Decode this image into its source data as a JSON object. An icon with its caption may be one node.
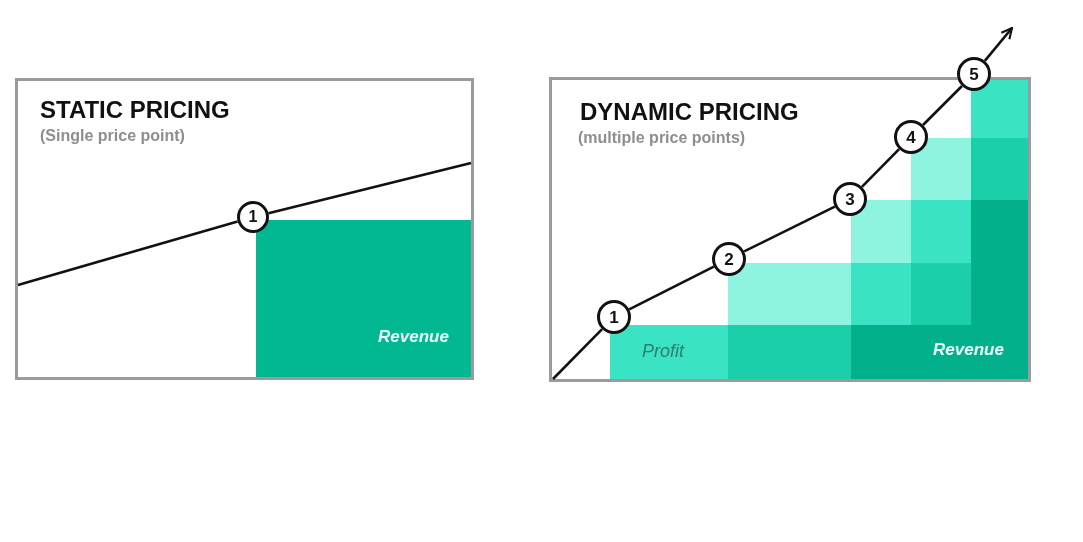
{
  "diagram": {
    "nodes": [
      {
        "text": [
          "STATIC PRICING",
          "(Single price point)"
        ]
      },
      {
        "text": [
          "1"
        ],
        "in": 0
      },
      {
        "text": [
          "Revenue"
        ],
        "in": 0
      },
      {
        "text": [
          "DYNAMIC PRICING",
          "(multiple price points)"
        ]
      },
      {
        "text": [
          "1"
        ],
        "in": 3
      },
      {
        "text": [
          "2"
        ],
        "in": 3
      },
      {
        "text": [
          "3"
        ],
        "in": 3
      },
      {
        "text": [
          "4"
        ],
        "in": 3
      },
      {
        "text": [
          "5"
        ]
      },
      {
        "text": [],
        "shape": "box",
        "in": 3
      },
      {
        "text": [],
        "shape": "box",
        "in": 3
      },
      {
        "text": [],
        "shape": "box",
        "in": 3
      },
      {
        "text": [],
        "shape": "box",
        "in": 3
      },
      {
        "text": [],
        "shape": "box",
        "in": 3
      },
      {
        "text": [],
        "shape": "box",
        "in": 3
      },
      {
        "text": [],
        "shape": "box",
        "in": 3
      },
      {
        "text": [],
        "shape": "box",
        "in": 3
      },
      {
        "text": [
          "Profit"
        ],
        "in": 3
      },
      {
        "text": [],
        "shape": "box",
        "in": 3
      },
      {
        "text": [
          "Revenue"
        ],
        "in": 3
      }
    ],
    "edges": [
      {
        "from": null,
        "to": 1,
        "arrow": "none"
      },
      {
        "from": 1,
        "to": null,
        "arrow": "none"
      },
      {
        "from": null,
        "to": 4,
        "arrow": "none"
      },
      {
        "from": 4,
        "to": 5,
        "arrow": "none"
      },
      {
        "from": 5,
        "to": 6,
        "arrow": "none"
      },
      {
        "from": 6,
        "to": 7,
        "arrow": "none"
      },
      {
        "from": 7,
        "to": 8,
        "arrow": "none"
      },
      {
        "from": 8,
        "to": null,
        "arrow": "to"
      }
    ]
  }
}
